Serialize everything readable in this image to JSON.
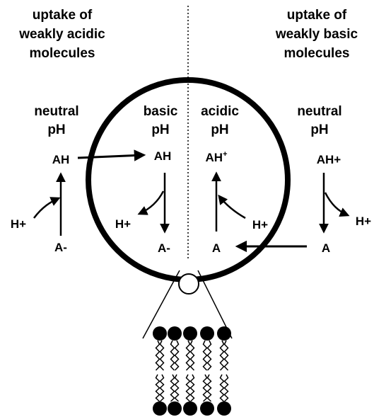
{
  "headings": {
    "left_line1": "uptake of",
    "left_line2": "weakly acidic",
    "left_line3": "molecules",
    "right_line1": "uptake of",
    "right_line2": "weakly basic",
    "right_line3": "molecules"
  },
  "regions": {
    "outer_left_line1": "neutral",
    "outer_left_line2": "pH",
    "inner_left_line1": "basic",
    "inner_left_line2": "pH",
    "inner_right_line1": "acidic",
    "inner_right_line2": "pH",
    "outer_right_line1": "neutral",
    "outer_right_line2": "pH"
  },
  "species": {
    "outer_left_ah": "AH",
    "outer_left_h": "H+",
    "outer_left_a": "A-",
    "inner_left_ah": "AH",
    "inner_left_h": "H+",
    "inner_left_a": "A-",
    "inner_right_ah": "AH",
    "inner_right_ah_sup": "+",
    "inner_right_h": "H+",
    "inner_right_a": "A",
    "outer_right_ah": "AH+",
    "outer_right_h": "H+",
    "outer_right_a": "A"
  },
  "colors": {
    "ink": "#000000",
    "background": "#ffffff"
  }
}
